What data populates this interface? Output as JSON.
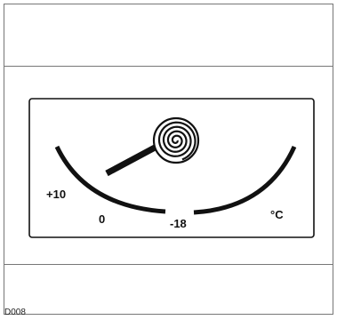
{
  "dial": {
    "labels": {
      "plus_ten": "+10",
      "zero": "0",
      "minus_eighteen": "-18",
      "unit": "°C"
    }
  },
  "figure_code": "D008",
  "icon": "spiral-coil-thermostat-icon"
}
